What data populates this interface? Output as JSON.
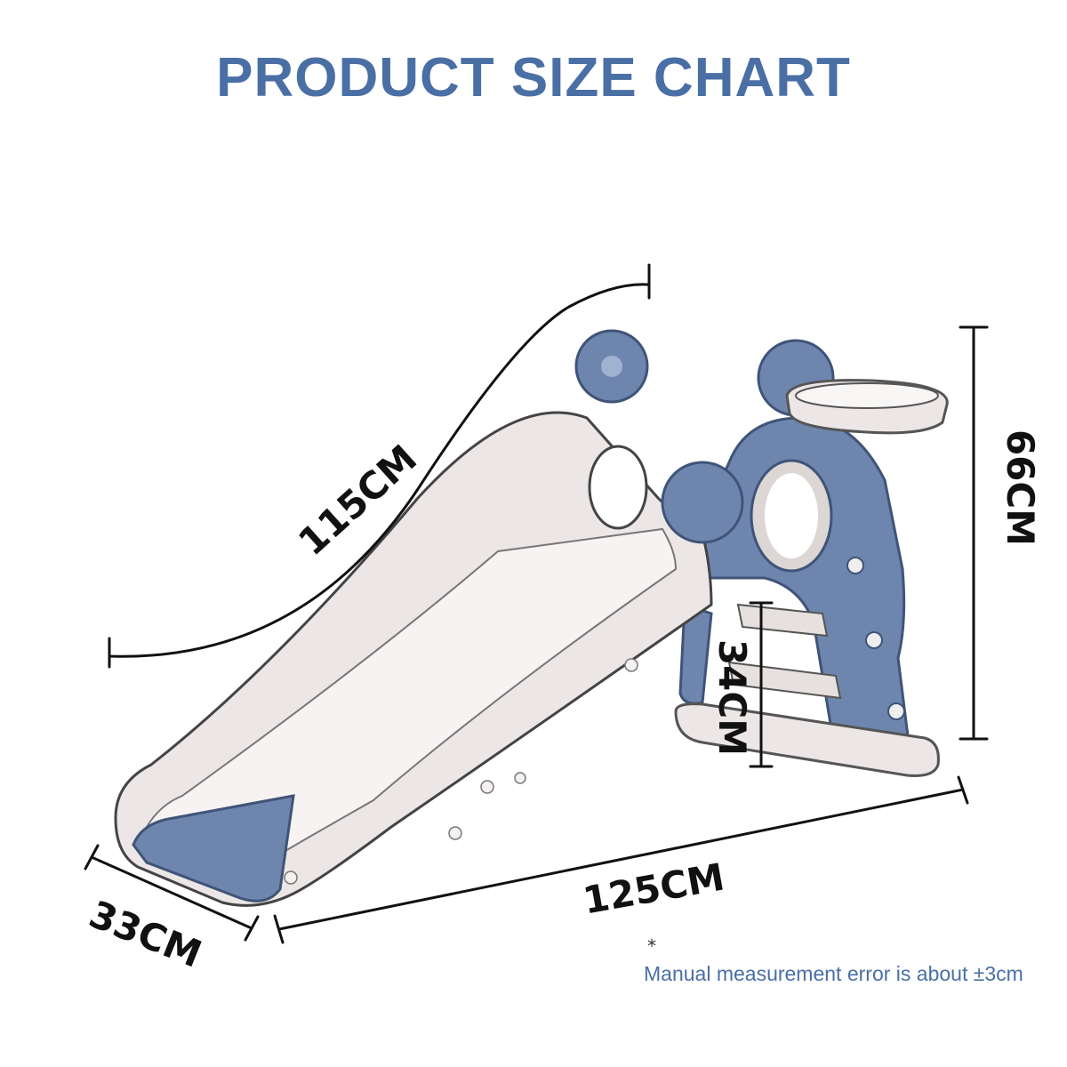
{
  "title": "PRODUCT SIZE CHART",
  "dimensions": {
    "slide_length": "115CM",
    "total_height": "66CM",
    "step_height": "34CM",
    "total_length": "125CM",
    "width": "33CM"
  },
  "note": {
    "marker": "*",
    "text": "Manual measurement error is about ±3cm"
  },
  "colors": {
    "title": "#4a6fa5",
    "slide_body": "#ece7e6",
    "slide_accent": "#6e86ad",
    "note": "#4a6fa5"
  }
}
